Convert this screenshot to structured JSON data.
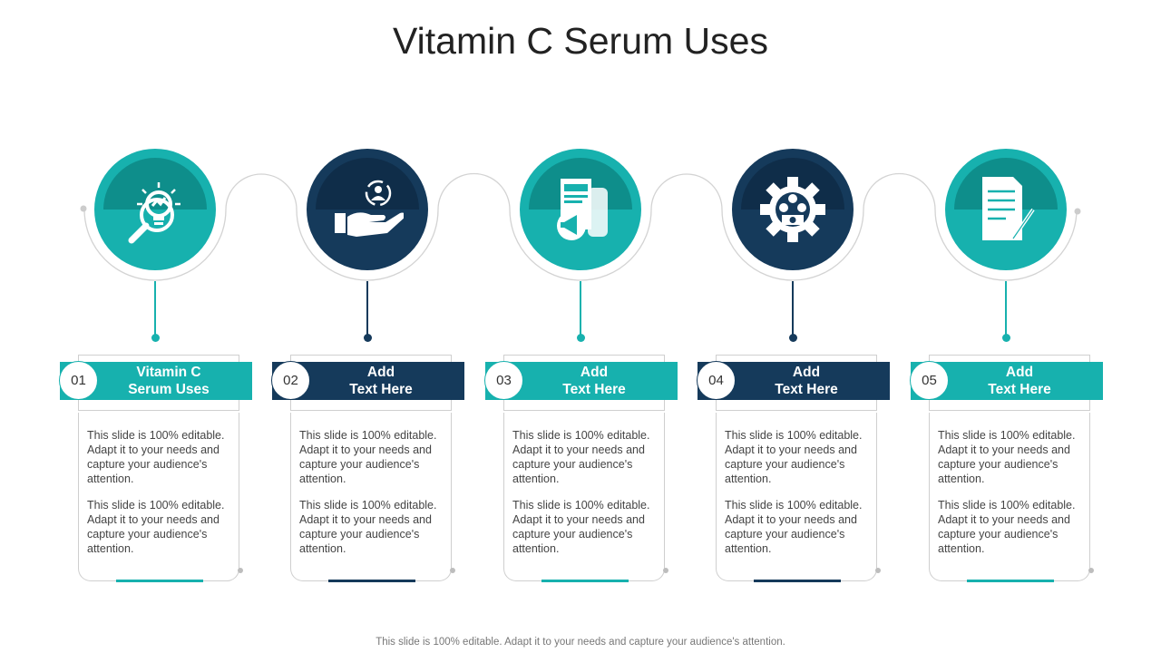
{
  "title": "Vitamin C Serum Uses",
  "footer": "This slide is 100% editable. Adapt it to your needs and capture your audience's attention.",
  "colors": {
    "teal": "#17b1ae",
    "teal_dark": "#0e8e8b",
    "navy": "#153a5b",
    "navy_dark": "#0f2d49",
    "line": "#d3d3d3"
  },
  "steps": [
    {
      "number": "01",
      "heading": "Vitamin C\nSerum Uses",
      "color": "teal",
      "icon": "lightbulb-magnifier-icon",
      "text1": "This slide is 100% editable. Adapt it to your needs and capture your audience's attention.",
      "text2": "This slide is 100% editable. Adapt it to your needs and capture your audience's attention."
    },
    {
      "number": "02",
      "heading": "Add\nText Here",
      "color": "navy",
      "icon": "hand-user-icon",
      "text1": "This slide is 100% editable. Adapt it to your needs and capture your audience's attention.",
      "text2": "This slide is 100% editable. Adapt it to your needs and capture your audience's attention."
    },
    {
      "number": "03",
      "heading": "Add\nText Here",
      "color": "teal",
      "icon": "newspaper-megaphone-icon",
      "text1": "This slide is 100% editable. Adapt it to your needs and capture your audience's attention.",
      "text2": "This slide is 100% editable. Adapt it to your needs and capture your audience's attention."
    },
    {
      "number": "04",
      "heading": "Add\nText Here",
      "color": "navy",
      "icon": "gear-money-icon",
      "text1": "This slide is 100% editable. Adapt it to your needs and capture your audience's attention.",
      "text2": "This slide is 100% editable. Adapt it to your needs and capture your audience's attention."
    },
    {
      "number": "05",
      "heading": "Add\nText Here",
      "color": "teal",
      "icon": "document-pen-icon",
      "text1": "This slide is 100% editable. Adapt it to your needs and capture your audience's attention.",
      "text2": "This slide is 100% editable. Adapt it to your needs and capture your audience's attention."
    }
  ]
}
